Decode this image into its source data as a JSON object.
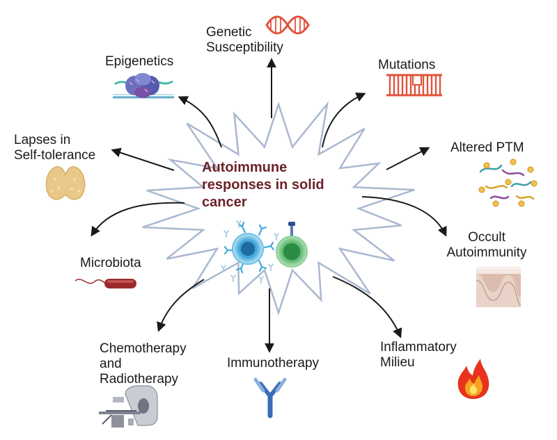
{
  "center": {
    "title_lines": [
      "Autoimmune",
      "responses in solid",
      "cancer"
    ]
  },
  "nodes": {
    "genetic": {
      "lines": [
        "Genetic",
        "Susceptibility"
      ],
      "icon": "dna-helix-icon"
    },
    "epigenetics": {
      "lines": [
        "Epigenetics"
      ],
      "icon": "nucleosome-icon"
    },
    "mutations": {
      "lines": [
        "Mutations"
      ],
      "icon": "dna-ladder-icon"
    },
    "tolerance": {
      "lines": [
        "Lapses in",
        "Self-tolerance"
      ],
      "icon": "thyroid-icon"
    },
    "ptm": {
      "lines": [
        "Altered PTM"
      ],
      "icon": "modified-protein-icon"
    },
    "occult": {
      "lines": [
        "Occult",
        "Autoimmunity"
      ],
      "icon": "skin-tissue-icon"
    },
    "microbiota": {
      "lines": [
        "Microbiota"
      ],
      "icon": "bacterium-icon"
    },
    "chemo": {
      "lines": [
        "Chemotherapy",
        "and",
        "Radiotherapy"
      ],
      "icon": "radiotherapy-machine-icon"
    },
    "immuno": {
      "lines": [
        "Immunotherapy"
      ],
      "icon": "antibody-icon"
    },
    "inflam": {
      "lines": [
        "Inflammatory",
        "Milieu"
      ],
      "icon": "flame-icon"
    }
  },
  "colors": {
    "title": "#6b2228",
    "burst_stroke": "#a9b8cf",
    "arrow": "#1a1a1a",
    "dna": "#e0533a",
    "flame": "#e8321e",
    "antibody": "#3b6db5",
    "t_cell": "#59b86a",
    "dendritic_cell": "#3fa8dc",
    "bacterium": "#9b2a2a",
    "thyroid": "#e9c98a"
  }
}
